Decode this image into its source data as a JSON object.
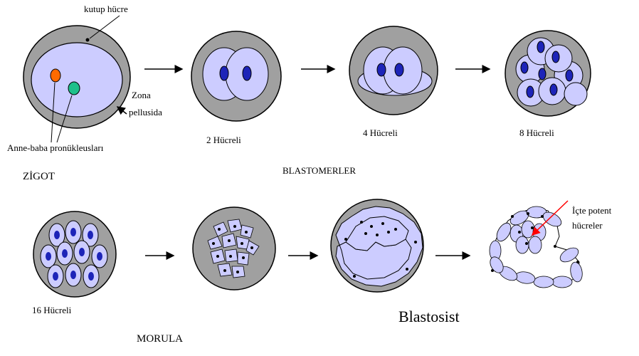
{
  "labels": {
    "kutup_hucre": "kutup hücre",
    "zona": "Zona",
    "pellusida": "pellusida",
    "pronukleus": "Anne-baba pronükleusları",
    "zigot": "ZİGOT",
    "hucreli_2": "2 Hücreli",
    "hucreli_4": "4 Hücreli",
    "hucreli_8": "8 Hücreli",
    "blastomerler": "BLASTOMERLER",
    "hucreli_16": "16 Hücreli",
    "morula": "MORULA",
    "blastosist": "Blastosist",
    "icte_1": "İçte potent",
    "icte_2": "hücreler"
  },
  "colors": {
    "zona_gray": "#a0a0a0",
    "cell_fill": "#ccccff",
    "nucleus_blue": "#1d24b8",
    "pronucleus_orange": "#ff6a00",
    "pronucleus_green": "#1ec08a",
    "pointer_red": "#ff0000"
  }
}
